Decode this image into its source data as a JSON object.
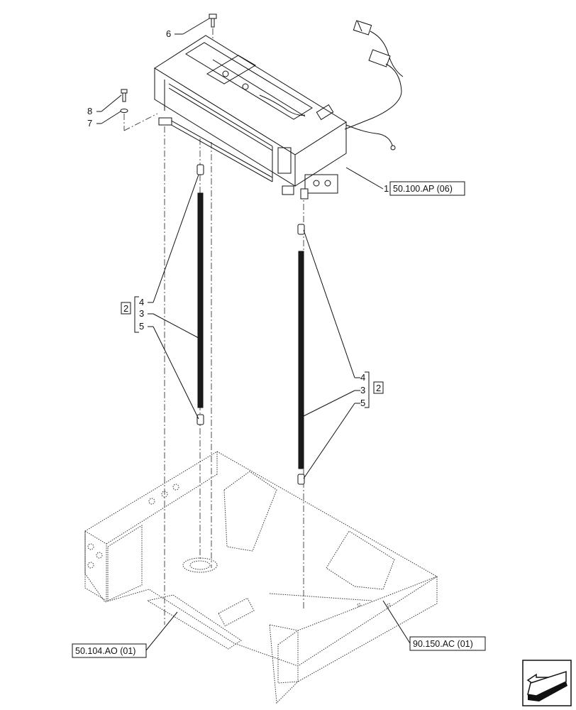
{
  "callouts": {
    "c1": "1",
    "c3a": "3",
    "c4a": "4",
    "c5a": "5",
    "c3b": "3",
    "c4b": "4",
    "c5b": "5",
    "c6": "6",
    "c7": "7",
    "c8": "8"
  },
  "groups": {
    "g2a": "2",
    "g2b": "2"
  },
  "references": {
    "ac_unit": "50.100.AP (06)",
    "duct": "50.104.AO (01)",
    "cab_floor": "90.150.AC (01)"
  },
  "nav": {
    "icon": "previous-page-arrow-icon"
  }
}
